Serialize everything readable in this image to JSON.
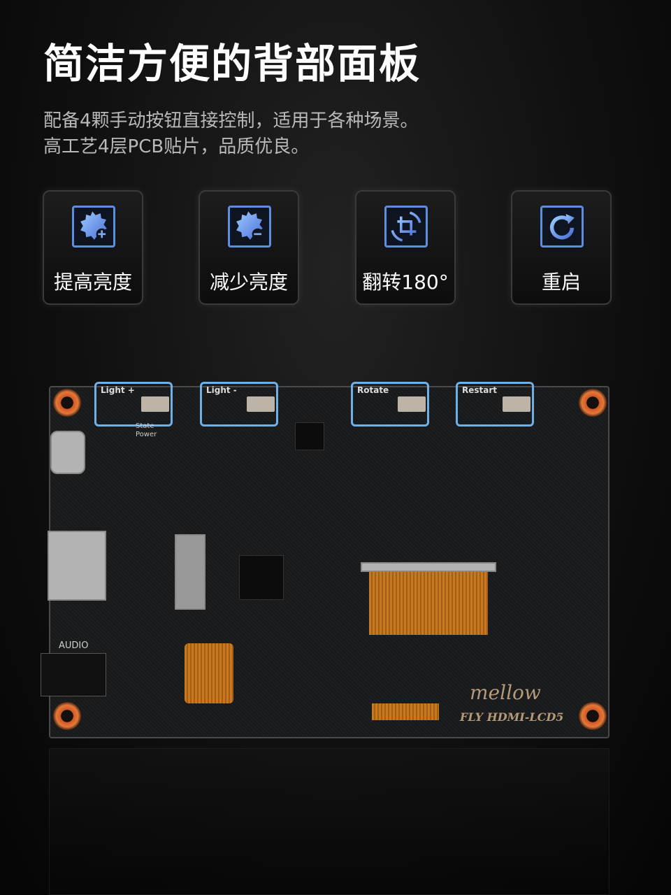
{
  "title": "简洁方便的背部面板",
  "description": [
    "配备4颗手动按钮直接控制，适用于各种场景。",
    "高工艺4层PCB贴片，品质优良。"
  ],
  "buttons": [
    {
      "label": "提高亮度",
      "icon": "brightness-up-icon"
    },
    {
      "label": "减少亮度",
      "icon": "brightness-down-icon"
    },
    {
      "label": "翻转180°",
      "icon": "rotate-icon"
    },
    {
      "label": "重启",
      "icon": "restart-icon"
    }
  ],
  "board": {
    "button_labels": [
      "Light +",
      "Light -",
      "Rotate",
      "Restart"
    ],
    "state_label": "State",
    "power_label": "Power",
    "audio_label": "AUDIO",
    "brand": "mellow",
    "model": "FLY HDMI-LCD5"
  },
  "colors": {
    "accent": "#6fb0e6",
    "icon_gradient_start": "#8ec4ff",
    "icon_gradient_end": "#4a6fd6"
  }
}
